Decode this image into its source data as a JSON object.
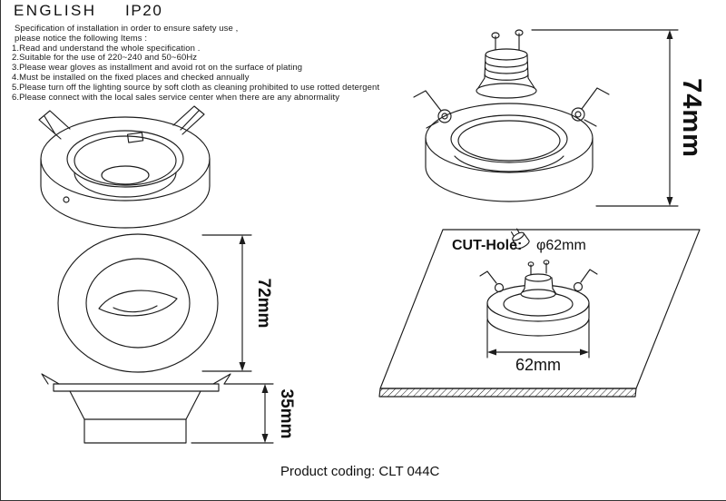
{
  "header": {
    "language": "ENGLISH",
    "ip_rating": "IP20"
  },
  "spec": {
    "intro": [
      "Specification of installation in order to ensure safety use ,",
      "please notice the following Items :"
    ],
    "items": [
      "1.Read and understand the whole specification .",
      "2.Suitable for the use of 220~240 and 50~60Hz",
      "3.Please wear gloves as installment and avoid rot on the surface of plating",
      "4.Must be installed on the fixed places and checked annually",
      "5.Please turn off the lighting source by soft cloth as cleaning prohibited to use rotted detergent",
      "6.Please connect with the local sales service center when there are any abnormality"
    ]
  },
  "drawings": {
    "cut_hole_label": "CUT-Hole:",
    "cut_hole_diameter": "φ62mm",
    "dim_overall_height": "74mm",
    "dim_face_diameter": "72mm",
    "dim_body_height": "35mm",
    "dim_cut_width": "62mm"
  },
  "footer": {
    "product_coding": "Product coding: CLT 044C"
  },
  "colors": {
    "line": "#1c1c1c",
    "text": "#111111",
    "background": "#ffffff"
  },
  "icons": {
    "cut_hole_bulb": "gu10-bulb-icon"
  }
}
